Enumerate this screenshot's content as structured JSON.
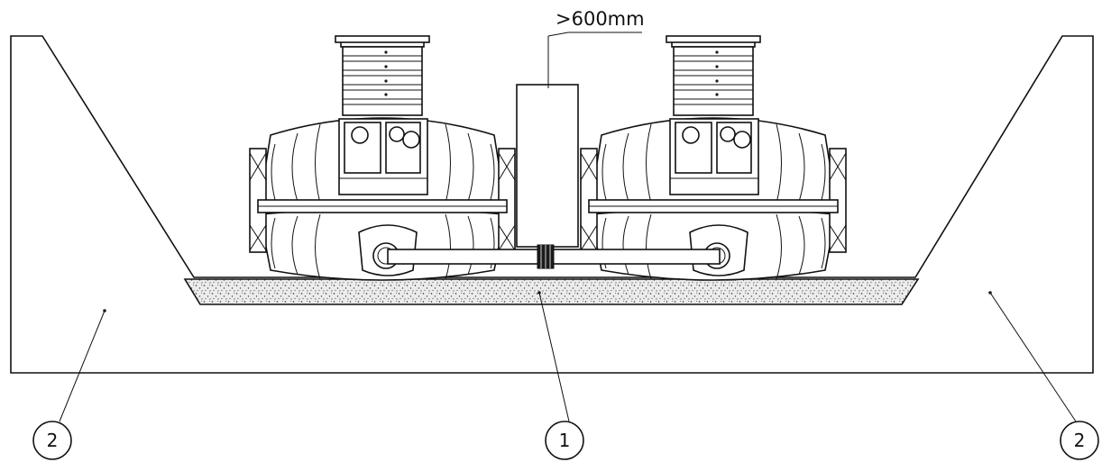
{
  "dimension": {
    "text": ">600mm"
  },
  "callouts": [
    {
      "number": "2"
    },
    {
      "number": "1"
    },
    {
      "number": "2"
    }
  ],
  "colors": {
    "line": "#111111",
    "background": "#ffffff",
    "gravel": "#d9d9d9"
  }
}
